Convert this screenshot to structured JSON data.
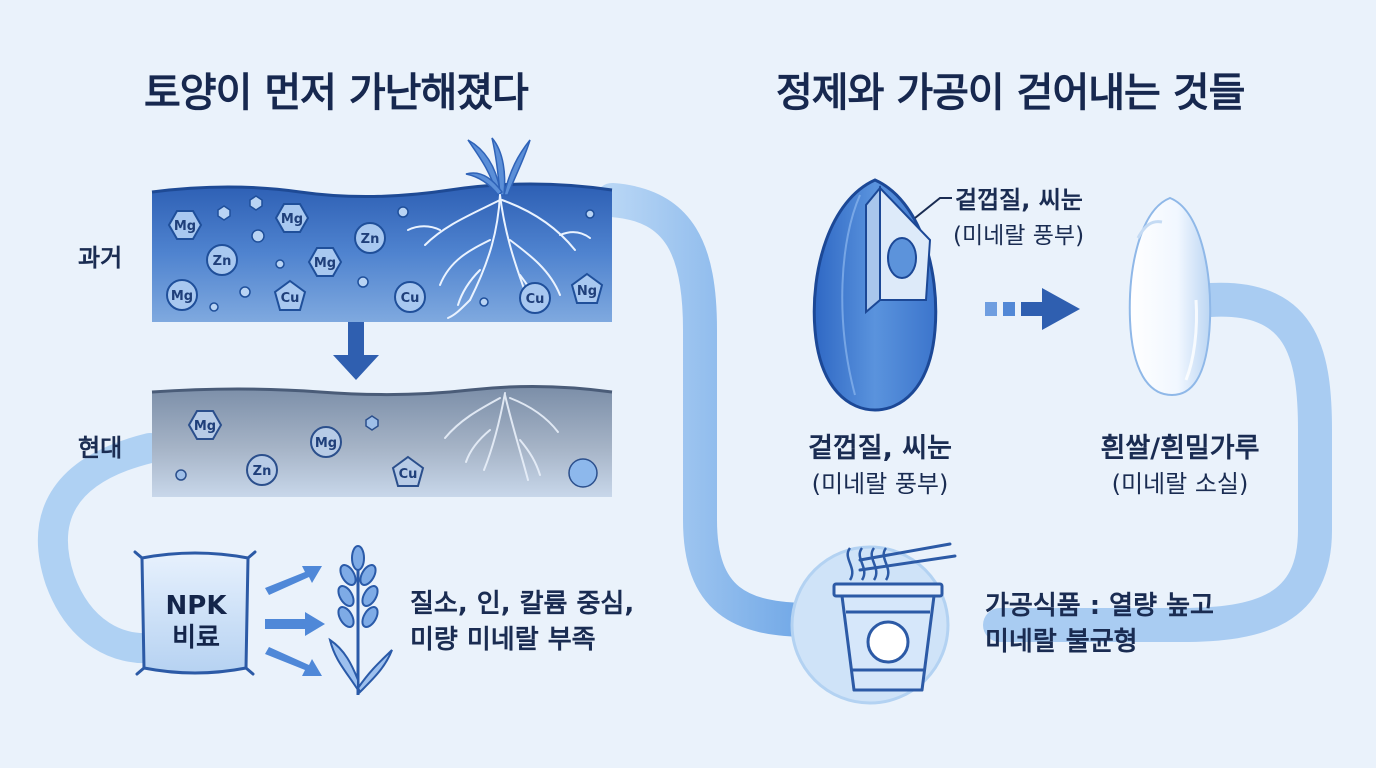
{
  "left_title": "토양이 먼저 가난해졌다",
  "right_title": "정제와 가공이 걷어내는 것들",
  "soil": {
    "past_label": "과거",
    "modern_label": "현대",
    "past_minerals": [
      "Mg",
      "Mg",
      "Zn",
      "Mg",
      "Zn",
      "Mg",
      "Cu",
      "Cu",
      "Cu",
      "Ng"
    ],
    "modern_minerals": [
      "Mg",
      "Mg",
      "Zn",
      "Cu"
    ]
  },
  "fertilizer": {
    "bag_line1": "NPK",
    "bag_line2": "비료",
    "text_line1": "질소, 인, 칼륨 중심,",
    "text_line2": "미량 미네랄 부족"
  },
  "grain": {
    "callout_line1": "겉껍질, 씨눈",
    "callout_line2": "(미네랄 풍부)",
    "whole_caption": "겉껍질, 씨눈",
    "whole_sub": "(미네랄 풍부)",
    "refined_caption": "흰쌀/흰밀가루",
    "refined_sub": "(미네랄 소실)"
  },
  "processed": {
    "line1": "가공식품 : 열량 높고",
    "line2": "미네랄 불균형"
  },
  "colors": {
    "accent": "#2f6fd6",
    "dark_blue": "#1e4fa3",
    "path_blue": "#7fb2ea",
    "background": "#eaf2fb"
  }
}
